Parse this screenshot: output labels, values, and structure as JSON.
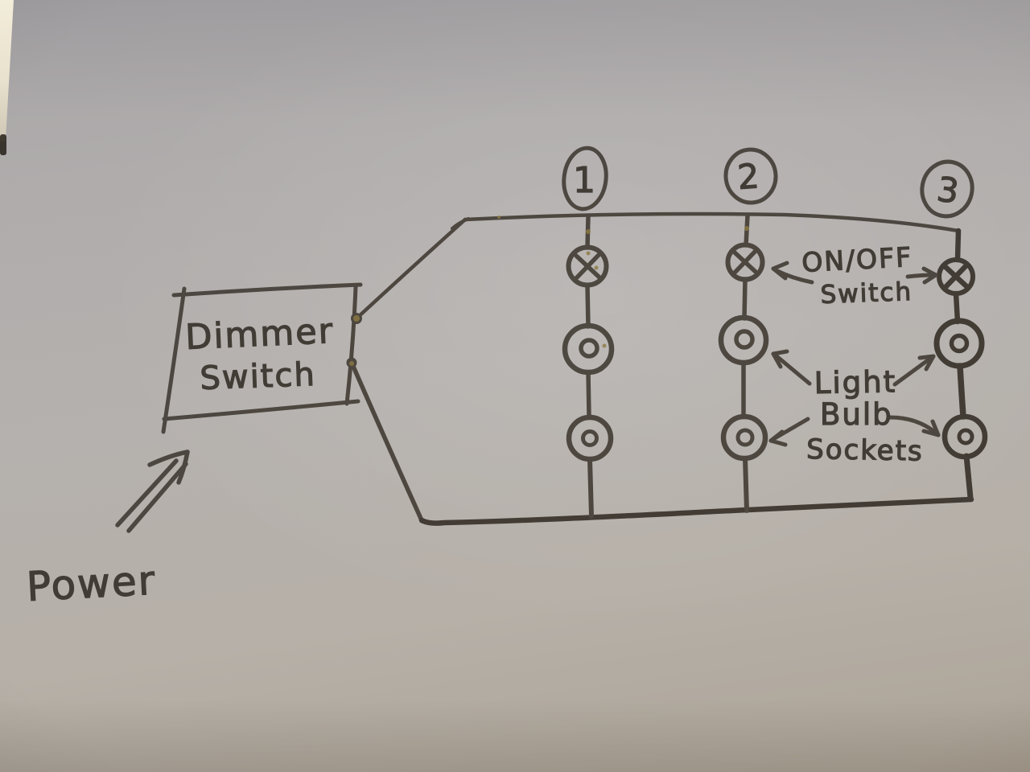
{
  "diagram": {
    "kind": "hand-drawn lighting circuit sketch on paper",
    "power_label": "Power",
    "dimmer_box": {
      "line1": "Dimmer",
      "line2": "Switch"
    },
    "onoff_label": {
      "line1": "ON/OFF",
      "line2": "Switch"
    },
    "sockets_label": {
      "line1": "Light",
      "line2": "Bulb",
      "line3": "Sockets"
    },
    "circuits": [
      {
        "number": "1",
        "switches": 1,
        "sockets": 2
      },
      {
        "number": "2",
        "switches": 1,
        "sockets": 2
      },
      {
        "number": "3",
        "switches": 1,
        "sockets": 2
      }
    ],
    "colors": {
      "ink": "#47423a",
      "ink_dark": "#3b362f",
      "text_ink": "#413c35",
      "glitter": "#8d7a42",
      "paper": "#b3afac",
      "table_edge": "#efe9d7"
    }
  }
}
